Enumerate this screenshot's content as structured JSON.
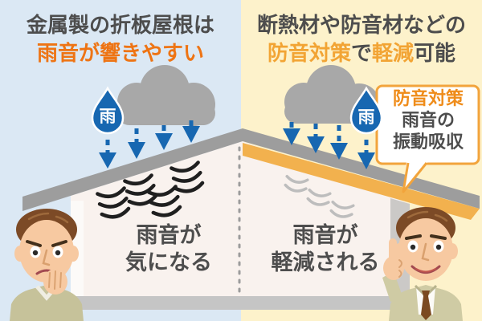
{
  "left": {
    "title_line1": "金属製の折板屋根は",
    "title_line2": "雨音が響きやすい",
    "rain_badge": "雨",
    "room_line1": "雨音が",
    "room_line2": "気になる"
  },
  "right": {
    "title_line1": "断熱材や防音材などの",
    "title_seg_boon": "防音対策",
    "title_seg_de": "で",
    "title_seg_keigen": "軽減",
    "title_seg_kanou": "可能",
    "rain_badge": "雨",
    "room_line1": "雨音が",
    "room_line2": "軽減される",
    "callout_heading": "防音対策",
    "callout_line1": "雨音の",
    "callout_line2": "振動吸収"
  },
  "colors": {
    "left_background": "#dbe8f4",
    "right_background": "#fdf2cb",
    "accent_orange_strong": "#ee7414",
    "accent_orange_soft": "#f2a434",
    "rain_blue": "#1767b1",
    "roof_gray": "#9d9d9d",
    "insulation_orange": "#f2b14e",
    "text_dark": "#4d4d4d",
    "sound_wave_left": "#1f1f1f",
    "sound_wave_right": "#bdbdbd"
  }
}
